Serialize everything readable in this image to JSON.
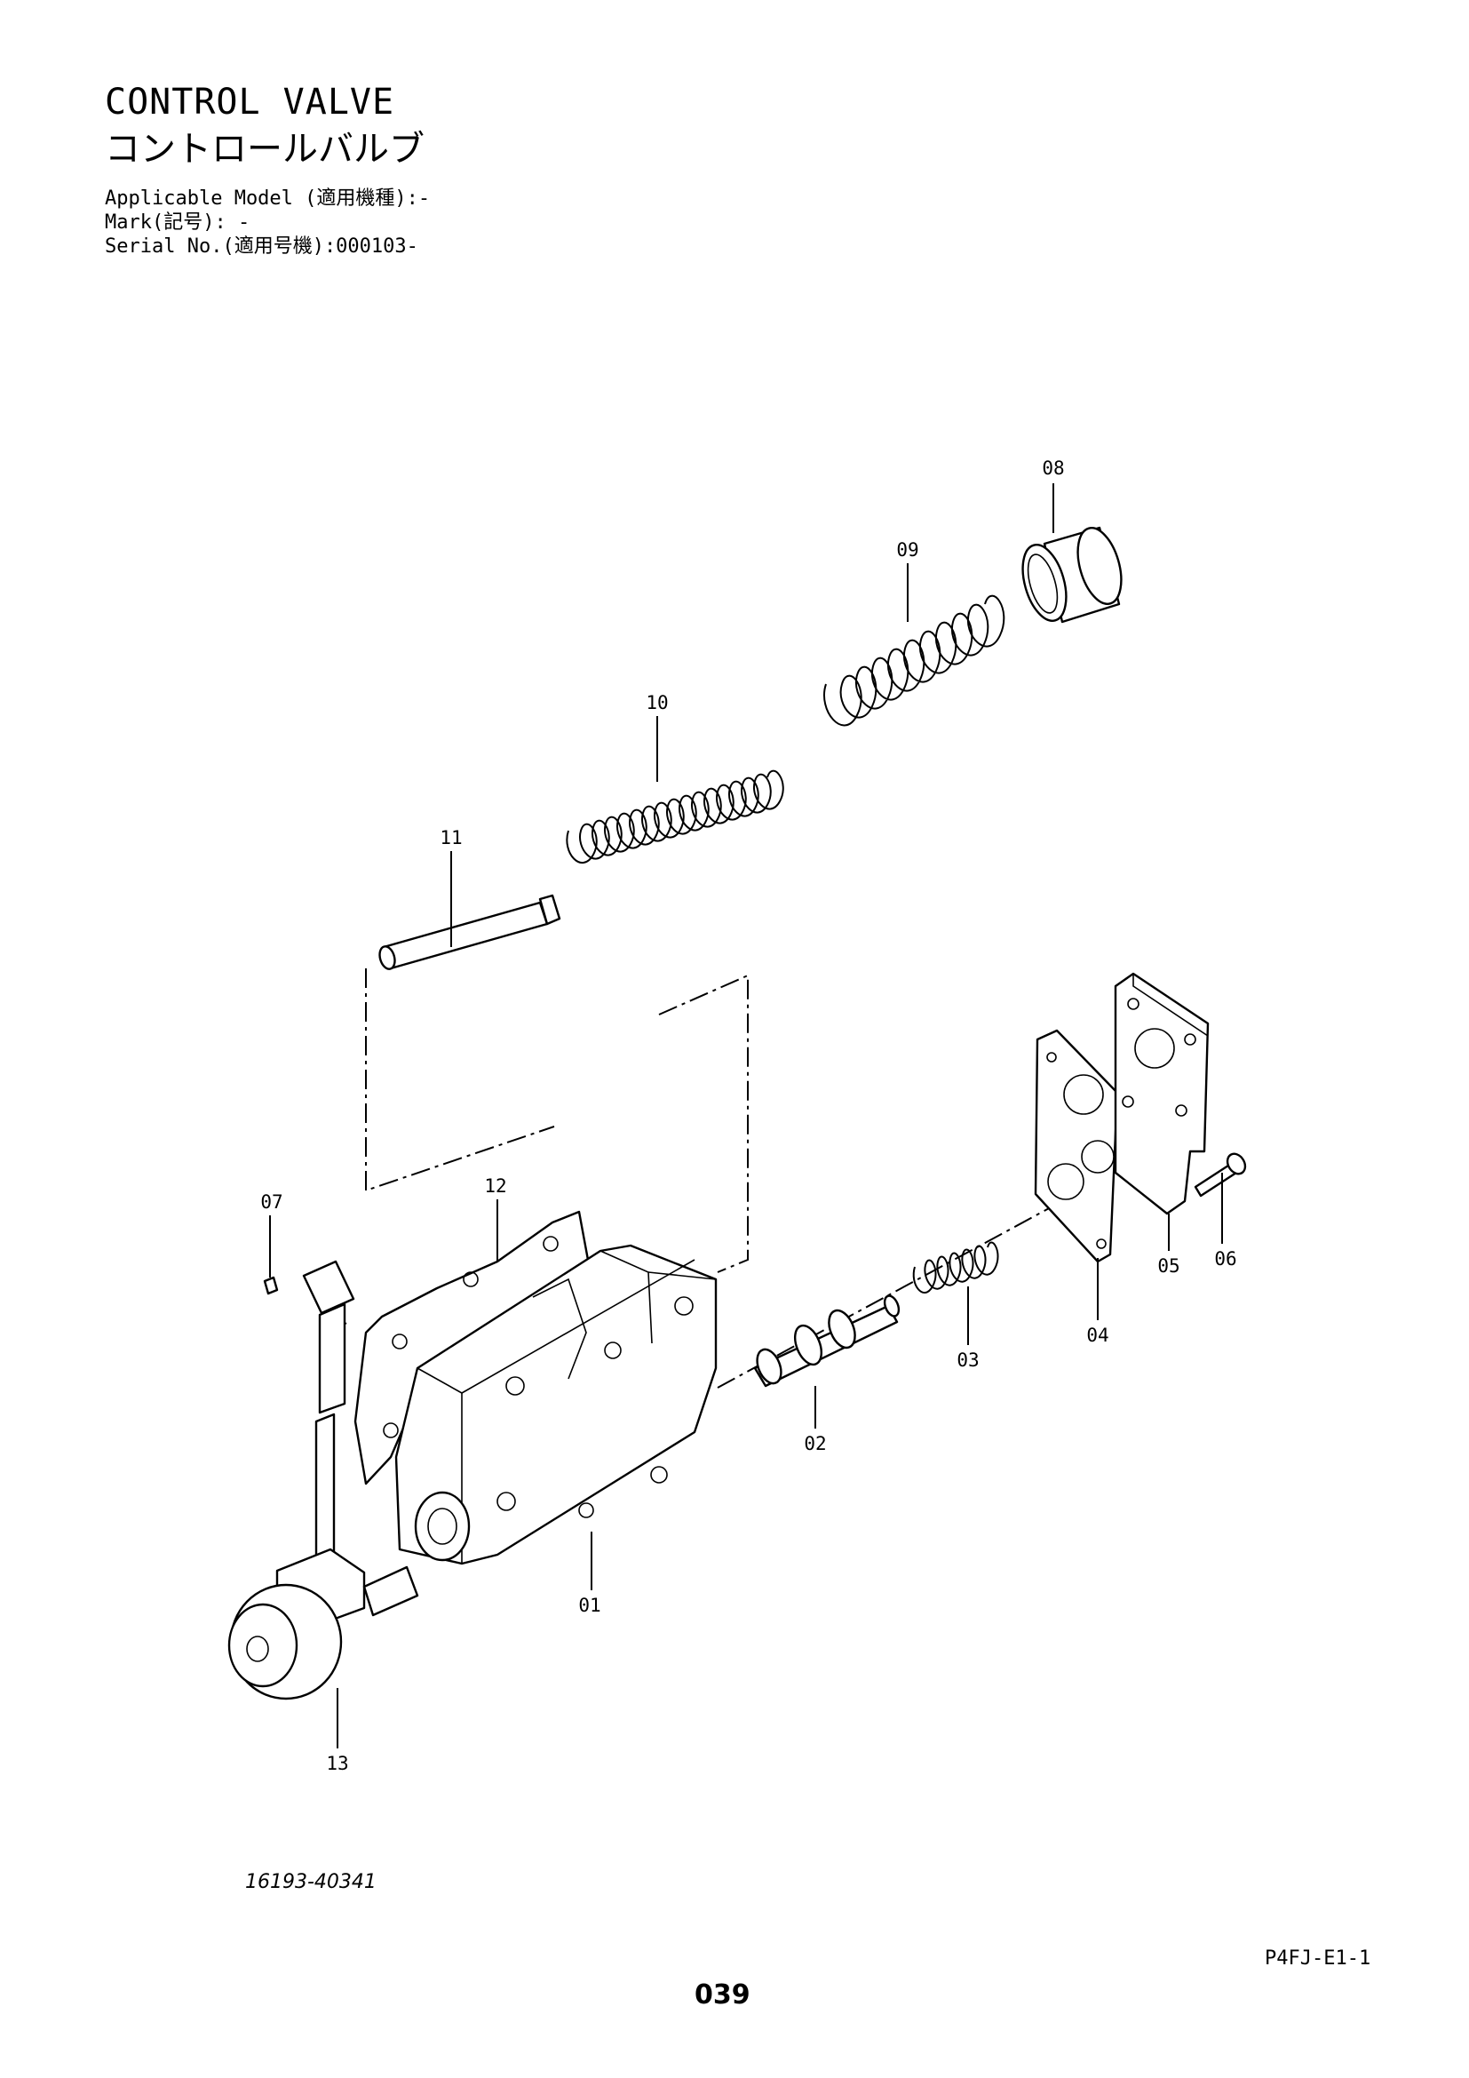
{
  "header": {
    "title_en": "CONTROL VALVE",
    "title_jp": "コントロールバルブ",
    "applicable_model": "Applicable Model (適用機種):-",
    "mark": "Mark(記号): -",
    "serial_no": "Serial No.(適用号機):000103-"
  },
  "callouts": [
    "01",
    "02",
    "03",
    "04",
    "05",
    "06",
    "07",
    "08",
    "09",
    "10",
    "11",
    "12",
    "13"
  ],
  "footer": {
    "drawing_number": "16193-40341",
    "page_code": "P4FJ-E1-1",
    "page_number": "039"
  }
}
